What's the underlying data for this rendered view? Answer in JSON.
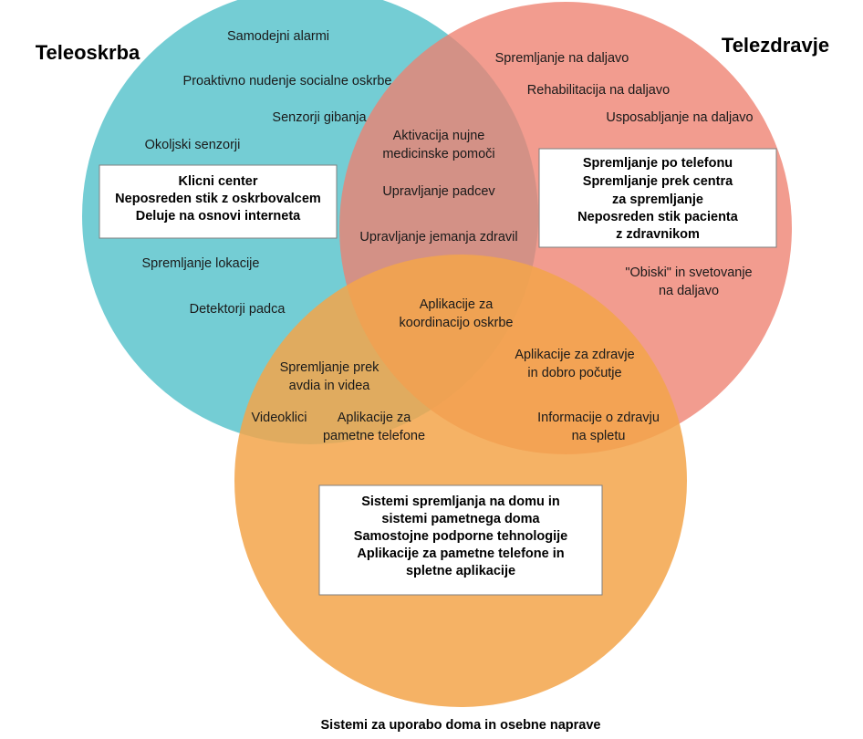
{
  "colors": {
    "teleoskrba": "#5cc4cc",
    "telezdravje": "#ee8070",
    "home": "#f3a54a"
  },
  "sets": {
    "teleoskrba": "Teleoskrba",
    "telezdravje": "Telezdravje",
    "home": "Sistemi za uporabo doma in osebne naprave"
  },
  "teleoskrba_items": {
    "alarms": "Samodejni alarmi",
    "proactive": "Proaktivno nudenje socialne oskrbe",
    "motion": "Senzorji gibanja",
    "environment": "Okoljski senzorji",
    "location": "Spremljanje lokacije",
    "fall_detectors": "Detektorji padca"
  },
  "teleoskrba_box": [
    "Klicni center",
    "Neposreden stik z oskrbovalcem",
    "Deluje na osnovi interneta"
  ],
  "telezdravje_items": {
    "remote_monitoring": "Spremljanje na daljavo",
    "remote_rehab": "Rehabilitacija na daljavo",
    "remote_training": "Usposabljanje na daljavo",
    "visits": [
      "\"Obiski\" in svetovanje",
      "na daljavo"
    ]
  },
  "telezdravje_box": [
    "Spremljanje po telefonu",
    "Spremljanje prek centra",
    "za spremljanje",
    "Neposreden stik pacienta",
    "z zdravnikom"
  ],
  "overlap_care_health": {
    "emergency": [
      "Aktivacija nujne",
      "medicinske pomoči"
    ],
    "falls": "Upravljanje padcev",
    "medication": "Upravljanje jemanja zdravil"
  },
  "overlap_all": [
    "Aplikacije za",
    "koordinacijo oskrbe"
  ],
  "overlap_care_home": {
    "audio_video": [
      "Spremljanje prek",
      "avdia in videa"
    ],
    "video_calls": "Videoklici",
    "smartphone_apps": [
      "Aplikacije za",
      "pametne telefone"
    ]
  },
  "overlap_health_home": {
    "wellbeing_apps": [
      "Aplikacije za zdravje",
      "in dobro počutje"
    ],
    "online_info": [
      "Informacije o zdravju",
      "na spletu"
    ]
  },
  "home_box": [
    "Sistemi spremljanja na domu in",
    "sistemi pametnega doma",
    "Samostojne podporne tehnologije",
    "Aplikacije za pametne telefone in",
    "spletne aplikacije"
  ]
}
